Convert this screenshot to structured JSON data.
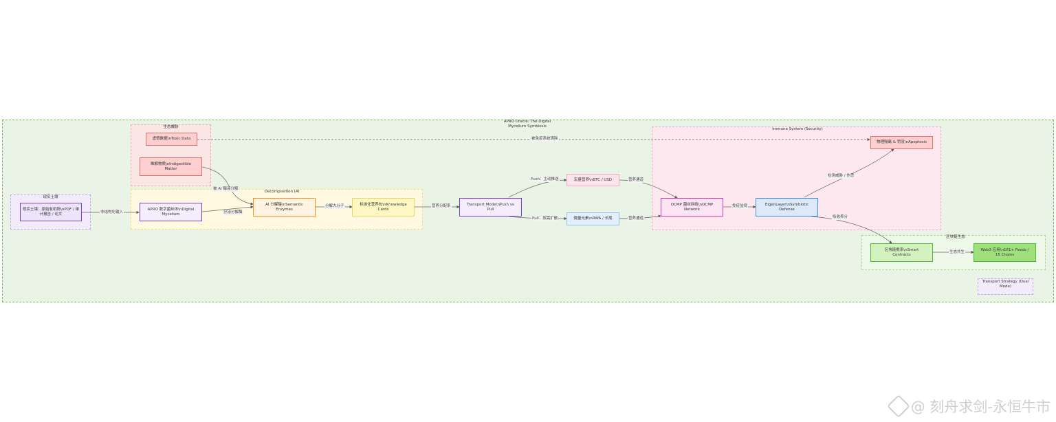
{
  "diagram": {
    "outer_title": "APRO Oracle: The Digital\nMycelium Symbiosis",
    "groups": {
      "raw_soil": "现实土壤",
      "ecological_threats": "生态威胁",
      "decomposition": "Decomposition (AI\nLayer)",
      "immune": "Immune System (Security)",
      "chain_ecology": "区块链生态",
      "transport_strategy": "Transport Strategy (Dual\nMode)"
    },
    "nodes": {
      "raw_soil": "现实土壤：原始有机物\\nPDF / 审计报告 / 论文",
      "apro_digital": "APRO 数字菌丝体\\nDigital\nMycelium",
      "ai_enzyme": "AI 分解酶\\nSemantic\nEnzymes",
      "knowledge_cards": "标准化营养包\\nKnowledge\nCards",
      "transport_mode": "Transport Mode\\nPush vs\nPull",
      "macro_elements": "宏量营养\\nBTC / USD",
      "micro_elements": "微量元素\\nRWA / 长尾",
      "ocmp": "OCMP 菌丝网络\\nOCMP\nNetwork",
      "eigenlayer": "EigenLayer\\nSymbiotic\nDefense",
      "physical_isolation": "物理隔离 & 罚没\\nApoptosis",
      "toxic_data": "虚假数据\\nToxic Data",
      "indigestible": "难解物质\\nIndigestible\nMatter",
      "smart_contracts": "区块链根系\\nSmart\nContracts",
      "web3_apps": "Web3 应用\\n161+ Feeds /\n15 Chains"
    },
    "edges": {
      "structured_input": "非结构化输入",
      "secrete_enzymes": "分泌分解酶",
      "decompose_molecules": "分解大分子",
      "nutrient_distribution": "营养分配系",
      "push_label": "Push：主动推送",
      "pull_label": "Pull：按需扩散",
      "nutrient_channel_a": "营养通道",
      "nutrient_channel_b": "营养通道",
      "consensus_check": "免疫监视",
      "detect_threat": "检测威胁 / 作恶",
      "absorb": "吸收养分",
      "symbiosis": "生态共生",
      "toxic_identified": "被免疫系统清除",
      "ai_decompose": "被 AI 酶液分解"
    }
  },
  "watermark": "@ 刻舟求剑-永恒牛市",
  "colors": {
    "outer_bg": "#eaf4e6",
    "outer_border": "#6cc04a",
    "purple_fill": "#ede4fb",
    "purple_border": "#7b3fc6",
    "orange_border": "#f0932b",
    "yellow_fill": "#fff8c2",
    "pink_fill": "#fde4ec",
    "pink_border": "#d13fa6",
    "blue_fill": "#dbe9fa",
    "blue_border": "#3f8ee6",
    "red_fill": "#fdcfcf",
    "red_border": "#e36e6e",
    "green_fill": "#d4f2c0",
    "green_border": "#4cbc2e",
    "bright_green": "#9fe07c"
  }
}
